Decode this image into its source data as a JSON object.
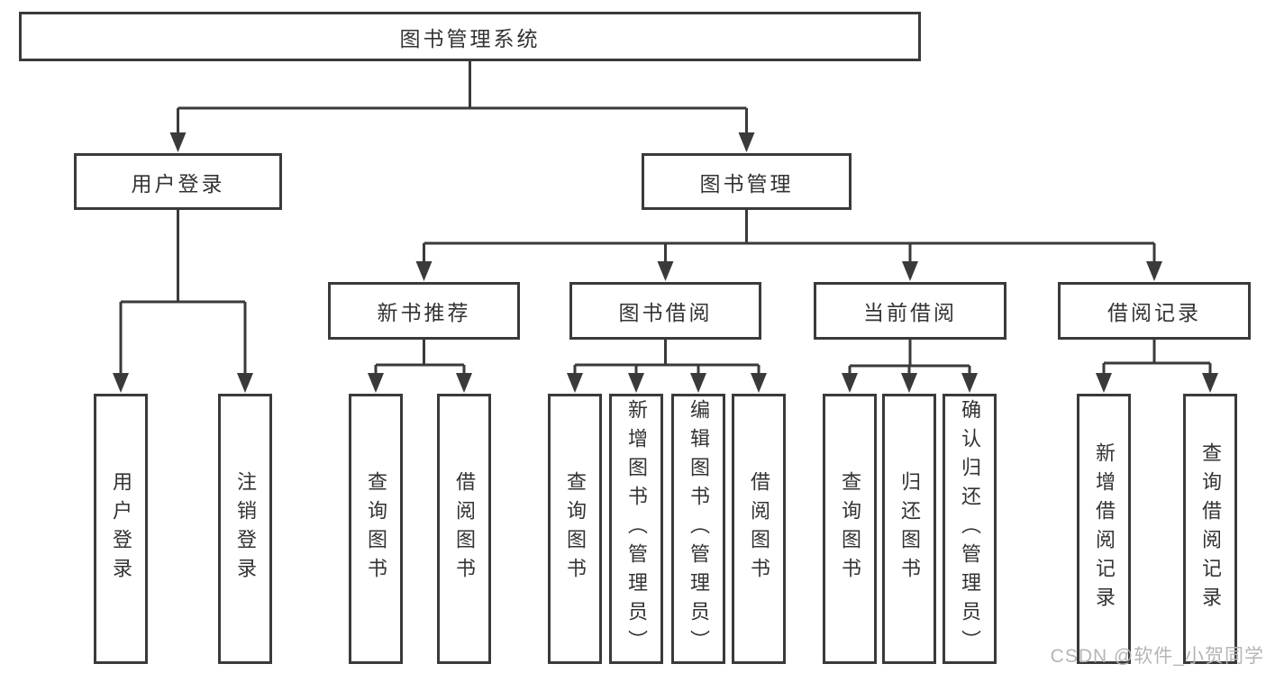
{
  "tree": {
    "root": "图书管理系统",
    "branches": [
      {
        "label": "用户登录",
        "children": [
          "用户登录",
          "注销登录"
        ]
      },
      {
        "label": "图书管理",
        "sections": [
          {
            "label": "新书推荐",
            "children": [
              "查询图书",
              "借阅图书"
            ]
          },
          {
            "label": "图书借阅",
            "children": [
              "查询图书",
              "新增图书（管理员）",
              "编辑图书（管理员）",
              "借阅图书"
            ]
          },
          {
            "label": "当前借阅",
            "children": [
              "查询图书",
              "归还图书",
              "确认归还（管理员）"
            ]
          },
          {
            "label": "借阅记录",
            "children": [
              "新增借阅记录",
              "查询借阅记录"
            ]
          }
        ]
      }
    ]
  },
  "watermark": {
    "text": "CSDN @软件_小贺同学"
  },
  "colors": {
    "line": "#3a3a3a",
    "box_border": "#3a3a3a",
    "box_fill": "#ffffff",
    "text": "#333333",
    "watermark": "#b5b5b5",
    "background": "#ffffff"
  }
}
